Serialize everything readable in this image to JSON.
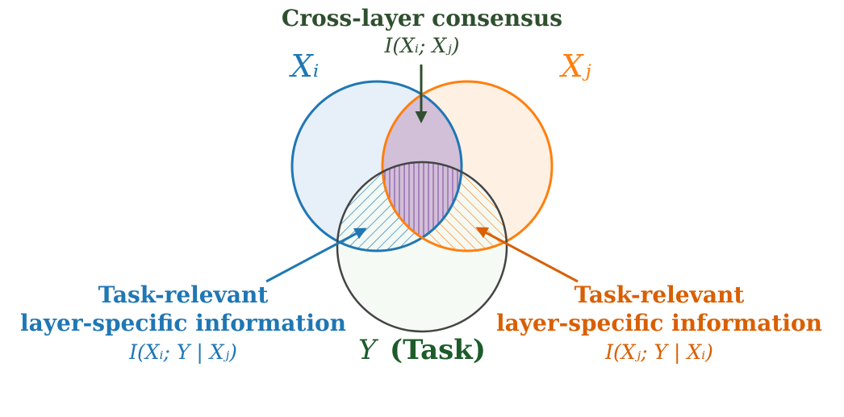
{
  "colors": {
    "xi": "#1f77b4",
    "xj": "#ff7f0e",
    "xj_text": "#d95f02",
    "y_ring": "#444444",
    "y_text": "#1d5c2a",
    "consensus": "#2f4f2f",
    "hatch_purple": "#8a5aa8"
  },
  "consensus": {
    "title": "Cross-layer consensus",
    "formula": "I(Xᵢ; Xⱼ)"
  },
  "sets": {
    "xi": {
      "label": "Xᵢ"
    },
    "xj": {
      "label": "Xⱼ"
    },
    "y": {
      "symbol": "Y",
      "task": "(Task)"
    }
  },
  "left_info": {
    "line1": "Task-relevant",
    "line2": "layer-specific information",
    "formula": "I(Xᵢ; Y | Xⱼ)"
  },
  "right_info": {
    "line1": "Task-relevant",
    "line2": "layer-specific information",
    "formula": "I(Xⱼ; Y | Xᵢ)"
  }
}
